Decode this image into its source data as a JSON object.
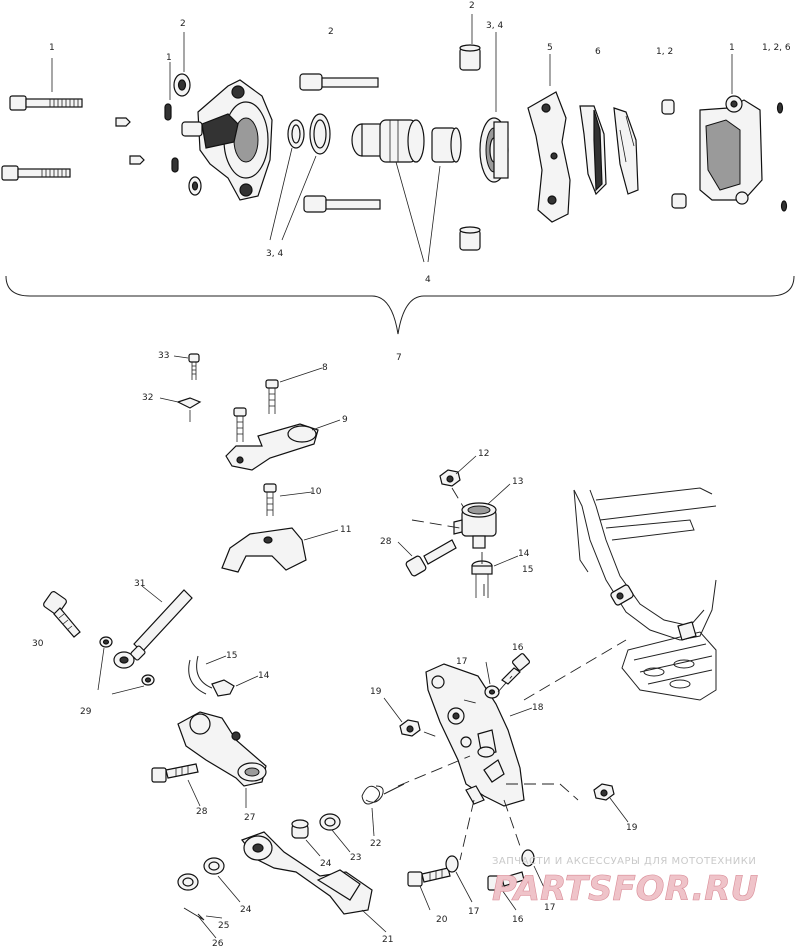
{
  "callouts": {
    "c1a": "1",
    "c2a": "2",
    "c1b": "1",
    "c2b": "2",
    "c2c": "2",
    "c34a": "3, 4",
    "c5": "5",
    "c6": "6",
    "c12a": "1, 2",
    "c1c": "1",
    "c126": "1, 2, 6",
    "c34b": "3, 4",
    "c4": "4",
    "c7": "7",
    "c33": "33",
    "c32": "32",
    "c8": "8",
    "c9": "9",
    "c10": "10",
    "c11": "11",
    "c12": "12",
    "c13": "13",
    "c28a": "28",
    "c14a": "14",
    "c15a": "15",
    "c31": "31",
    "c30": "30",
    "c29": "29",
    "c15b": "15",
    "c14b": "14",
    "c28b": "28",
    "c27": "27",
    "c16a": "16",
    "c17a": "17",
    "c19a": "19",
    "c18": "18",
    "c22": "22",
    "c19b": "19",
    "c23": "23",
    "c24a": "24",
    "c24b": "24",
    "c25": "25",
    "c26": "26",
    "c21": "21",
    "c20": "20",
    "c17b": "17",
    "c16b": "16",
    "c17c": "17"
  },
  "watermark": {
    "tagline": "ЗАПЧАСТИ И АКСЕССУАРЫ ДЛЯ МОТОТЕХНИКИ",
    "logo": "PARTSFOR.RU"
  }
}
